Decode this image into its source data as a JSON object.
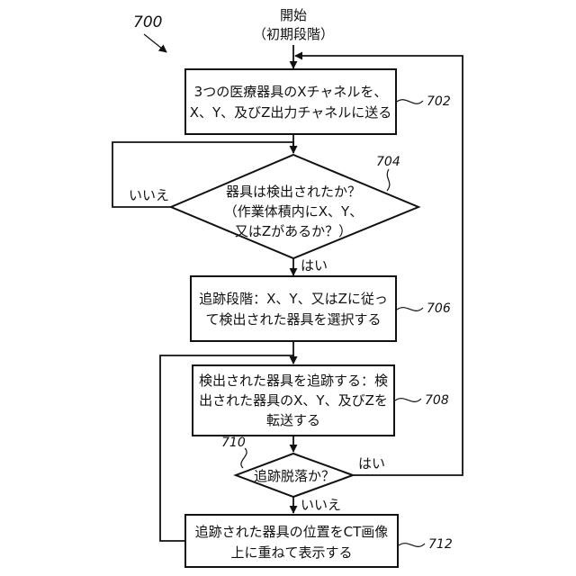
{
  "figure_number": "700",
  "start": {
    "lines": [
      "開始",
      "（初期段階）"
    ]
  },
  "steps": {
    "s702": {
      "ref": "702",
      "lines": [
        "3つの医療器具のXチャネルを、",
        "X、Y、及びZ出力チャネルに送る"
      ]
    },
    "d704": {
      "ref": "704",
      "lines": [
        "器具は検出されたか？",
        "（作業体積内にX、Y、",
        "又はZがあるか？）"
      ],
      "yes": "はい",
      "no": "いいえ"
    },
    "s706": {
      "ref": "706",
      "lines": [
        "追跡段階：X、Y、又はZに従っ",
        "て検出された器具を選択する"
      ]
    },
    "s708": {
      "ref": "708",
      "lines": [
        "検出された器具を追跡する：検",
        "出された器具のX、Y、及びZを",
        "転送する"
      ]
    },
    "d710": {
      "ref": "710",
      "lines": [
        "追跡脱落か？"
      ],
      "yes": "はい",
      "no": "いいえ"
    },
    "s712": {
      "ref": "712",
      "lines": [
        "追跡された器具の位置をCT画像",
        "上に重ねて表示する"
      ]
    }
  }
}
